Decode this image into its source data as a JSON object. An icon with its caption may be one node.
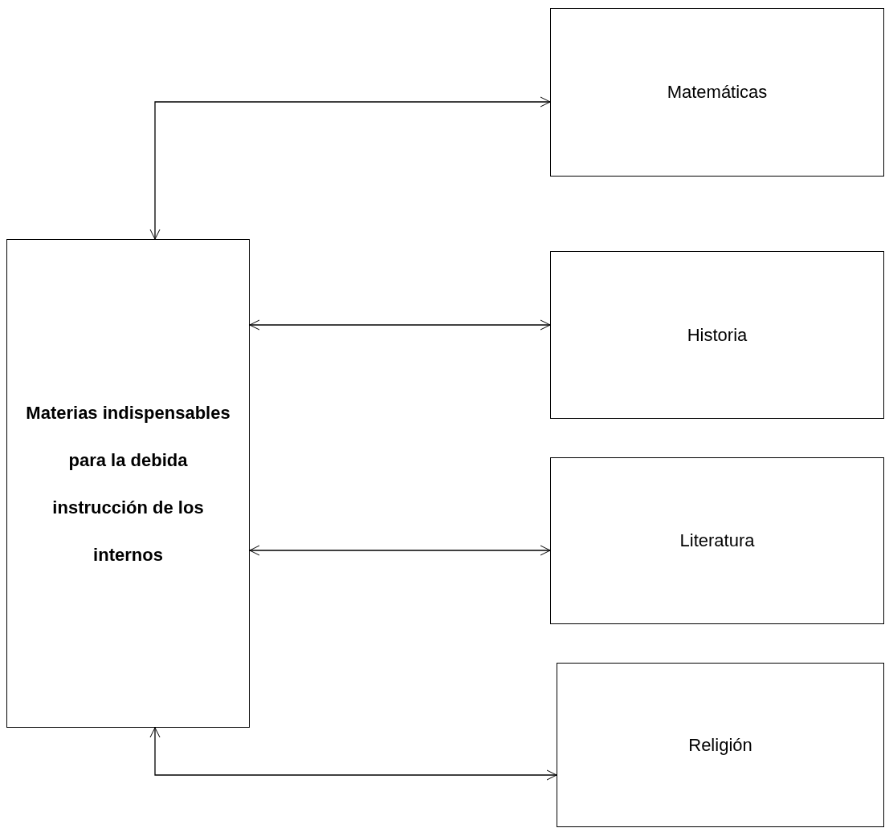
{
  "diagram": {
    "nodes": [
      {
        "text": [
          "Materias indispensables para la debida instrucción de los internos"
        ]
      },
      {
        "text": [
          "Matemáticas"
        ]
      },
      {
        "text": [
          "Historia"
        ]
      },
      {
        "text": [
          "Literatura"
        ]
      },
      {
        "text": [
          "Religión"
        ]
      }
    ],
    "edges": [
      {
        "from": 0,
        "to": 1,
        "arrow": "both"
      },
      {
        "from": 0,
        "to": 2,
        "arrow": "both"
      },
      {
        "from": 0,
        "to": 3,
        "arrow": "both"
      },
      {
        "from": 0,
        "to": 4,
        "arrow": "both"
      }
    ]
  }
}
